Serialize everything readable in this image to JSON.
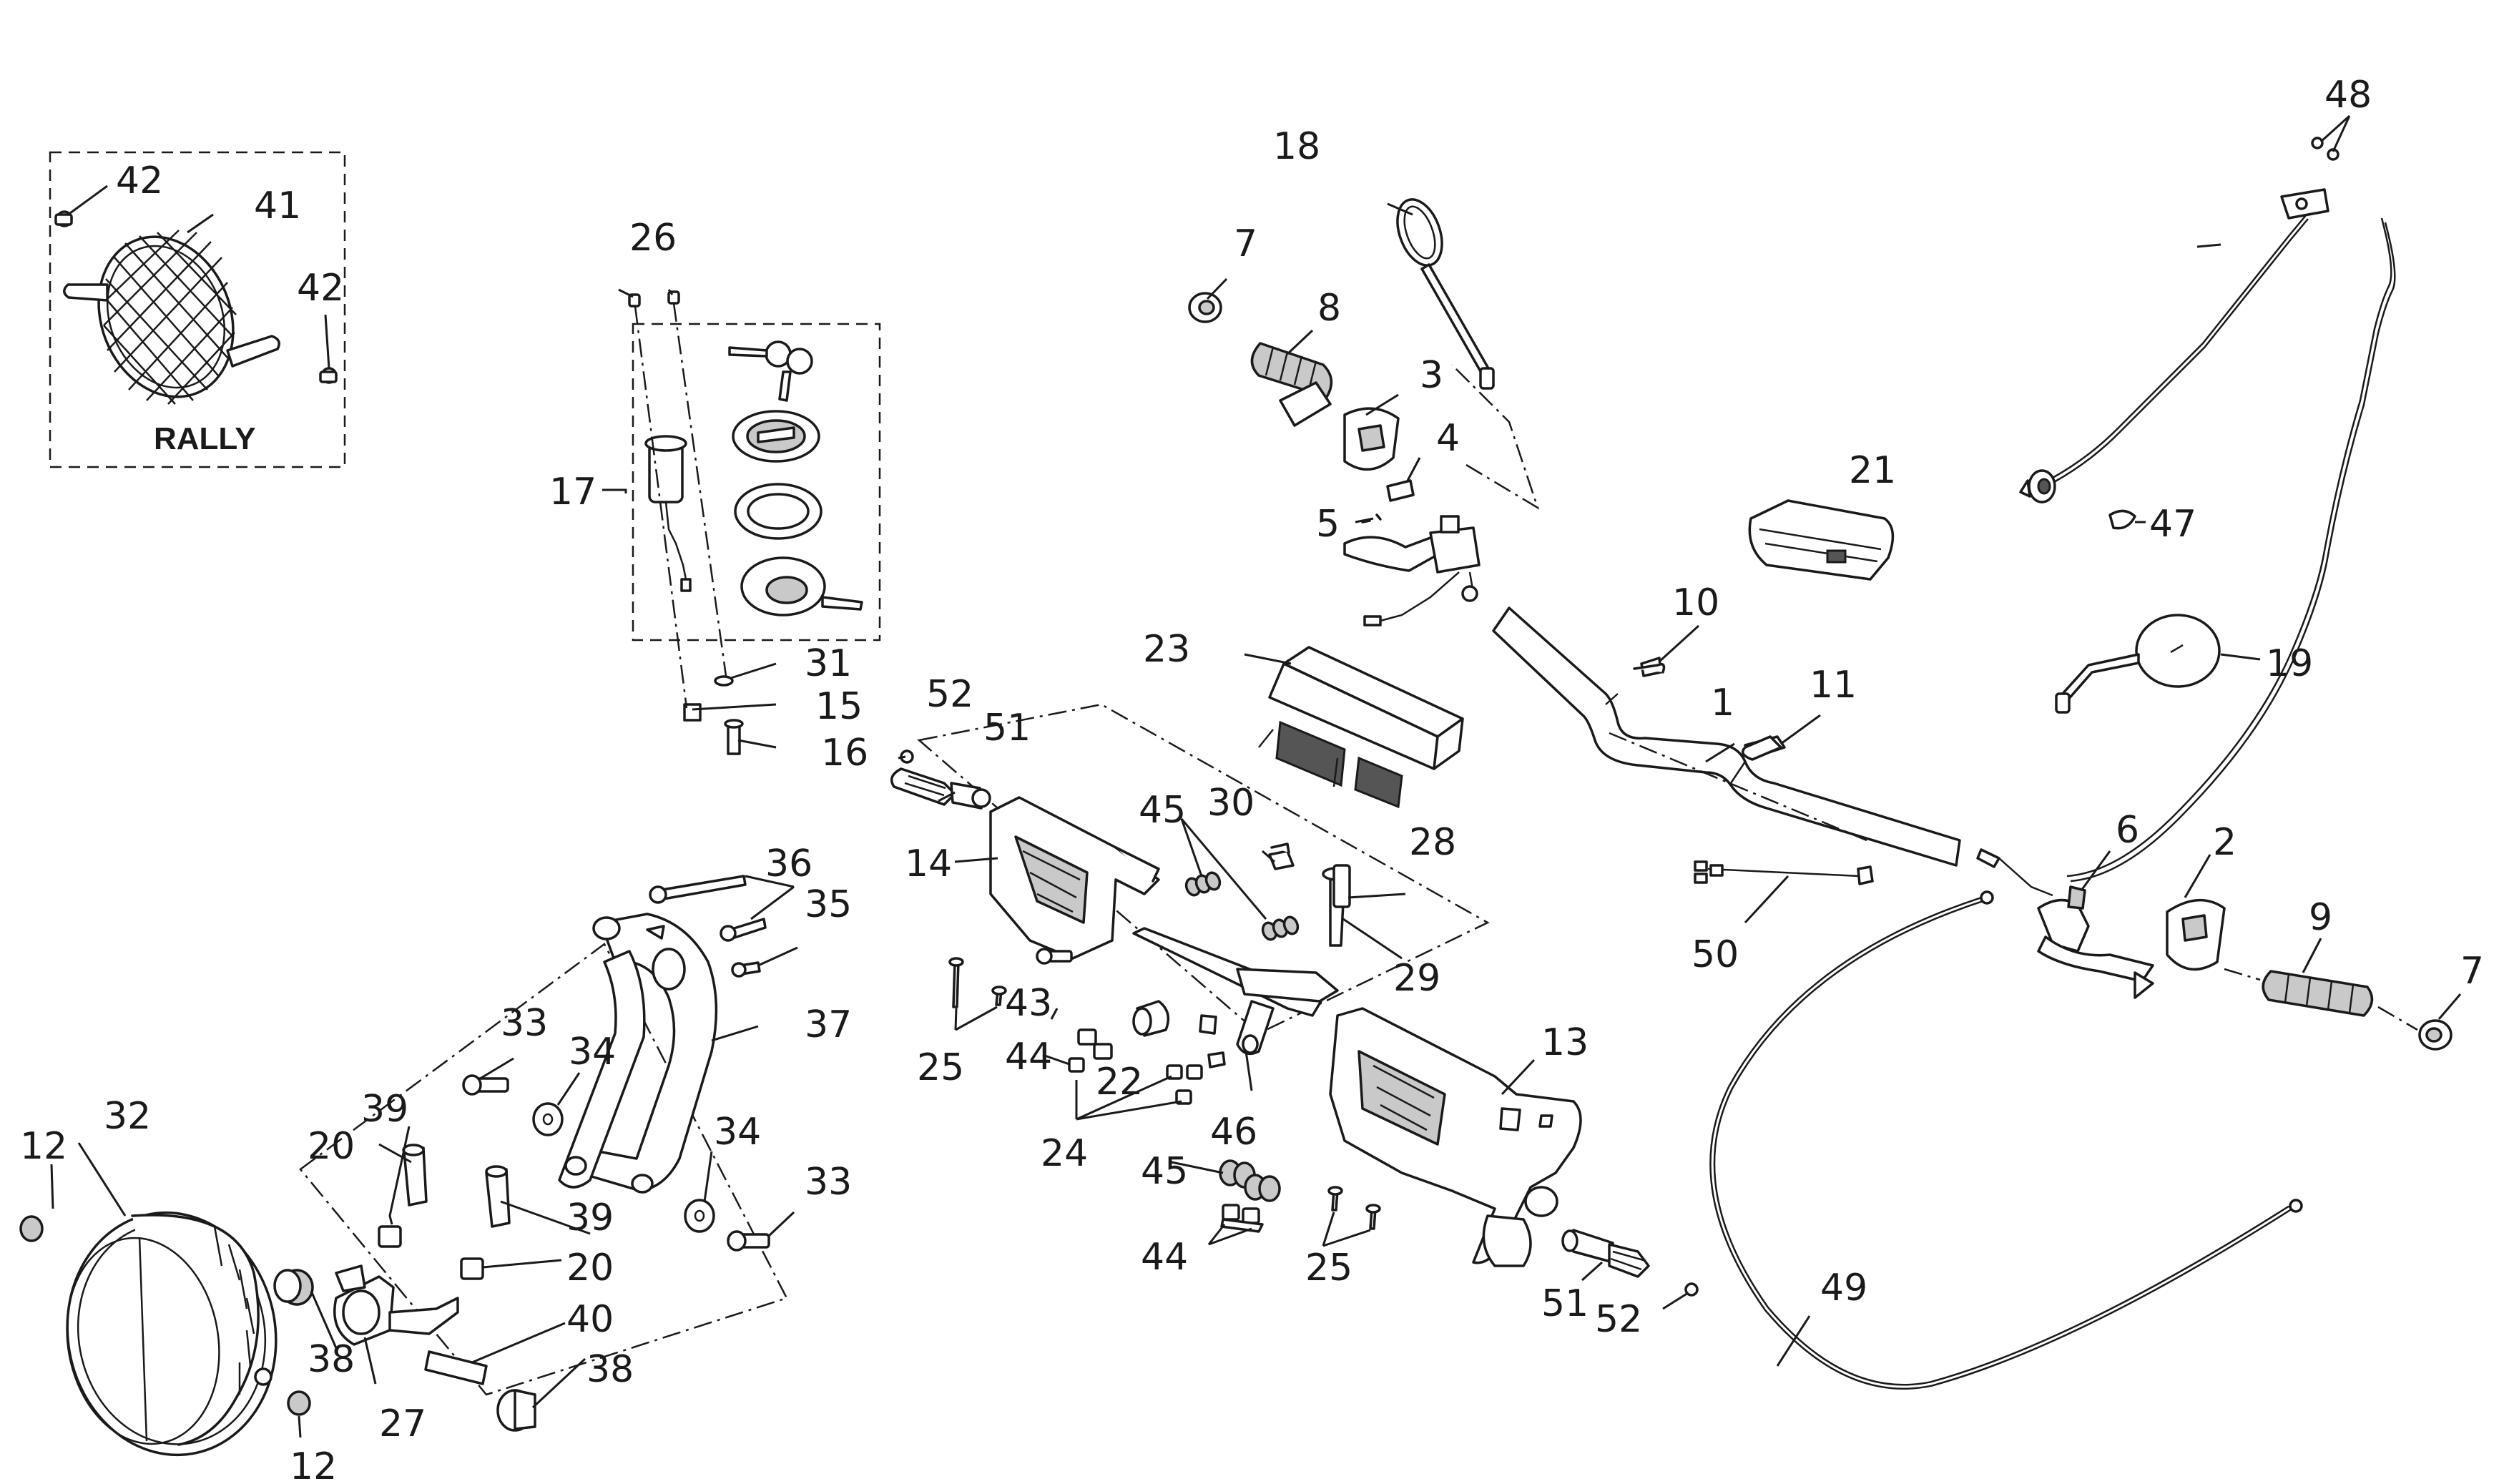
{
  "variant_label": "RALLY",
  "callouts": [
    "1",
    "2",
    "3",
    "4",
    "5",
    "6",
    "7",
    "8",
    "9",
    "10",
    "11",
    "12",
    "13",
    "14",
    "15",
    "16",
    "17",
    "18",
    "19",
    "20",
    "21",
    "22",
    "23",
    "24",
    "25",
    "26",
    "27",
    "28",
    "29",
    "30",
    "31",
    "32",
    "33",
    "34",
    "35",
    "36",
    "37",
    "38",
    "39",
    "40",
    "41",
    "42",
    "43",
    "44",
    "45",
    "46",
    "47",
    "48",
    "49",
    "50",
    "51",
    "52"
  ],
  "icons": [
    "headlight-icon",
    "headlight-grille-icon",
    "handlebar-icon",
    "mirror-icon",
    "throttle-grip-icon",
    "hand-grip-icon",
    "switch-housing-icon",
    "brake-master-cylinder-icon",
    "clutch-lever-icon",
    "ignition-switch-icon",
    "key-icon",
    "fuel-cap-icon",
    "instrument-cluster-icon",
    "control-unit-icon",
    "bracket-icon",
    "cable-icon",
    "turn-signal-icon",
    "bolt-icon",
    "nut-icon",
    "spacer-icon",
    "damper-icon",
    "clip-icon"
  ]
}
